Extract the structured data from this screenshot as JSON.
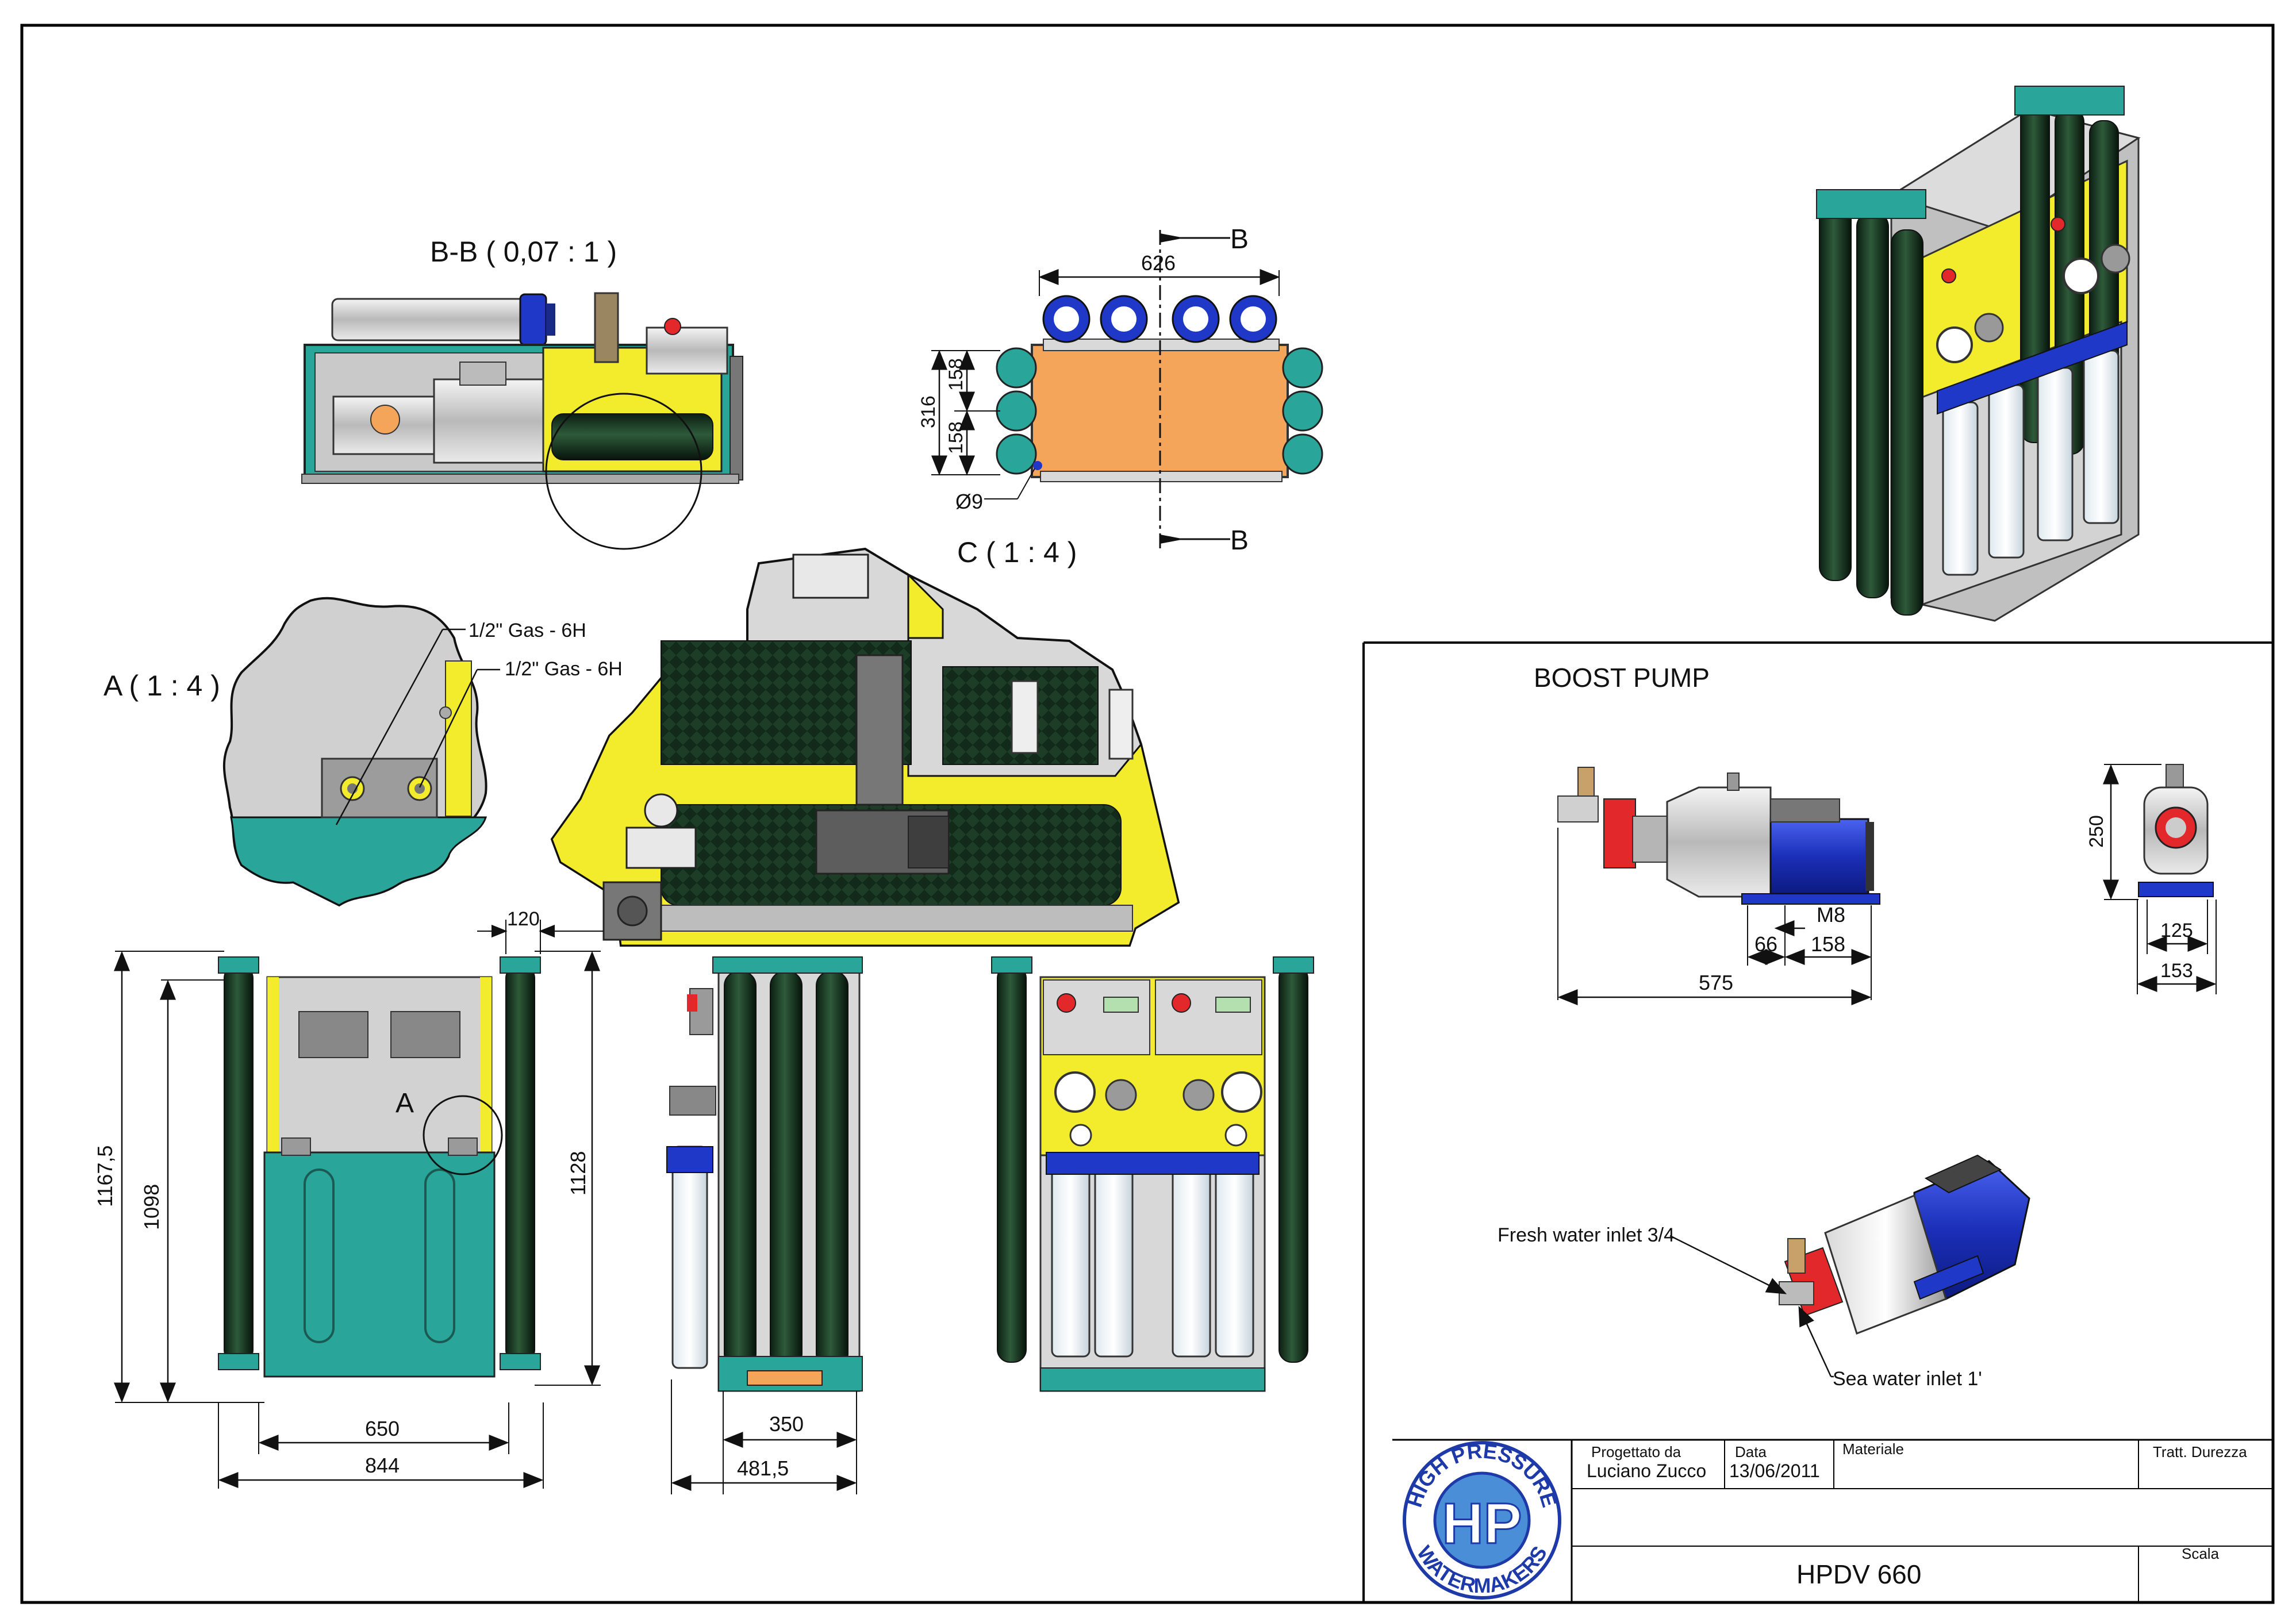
{
  "views": {
    "section_bb": "B-B  ( 0,07 : 1 )",
    "detail_c": "C  ( 1 : 4 )",
    "detail_a": "A  ( 1 : 4 )",
    "detail_a_callout": "A",
    "section_mark_top": "B",
    "section_mark_bottom": "B"
  },
  "top_view_dims": {
    "width": "626",
    "h1": "158",
    "h2": "158",
    "total": "316",
    "hole": "Ø9"
  },
  "detail_a_notes": {
    "note1": "1/2\" Gas - 6H",
    "note2": "1/2\" Gas - 6H"
  },
  "front_dims": {
    "top": "120",
    "h_total": "1167,5",
    "h_inner": "1098",
    "h_right": "1128",
    "w_inner": "650",
    "w_total": "844"
  },
  "side_dims": {
    "w_inner": "350",
    "w_total": "481,5"
  },
  "boost_pump": {
    "title": "BOOST PUMP",
    "m8": "M8",
    "d66": "66",
    "d158": "158",
    "d575": "575",
    "d250": "250",
    "d125": "125",
    "d153": "153",
    "fresh_inlet": "Fresh water inlet 3/4",
    "sea_inlet": "Sea water inlet 1'"
  },
  "logo": {
    "top": "HIGH PRESSURE",
    "bottom": "WATERMAKERS",
    "mono": "HP"
  },
  "title_block": {
    "designer_label": "Progettato da",
    "designer": "Luciano Zucco",
    "date_label": "Data",
    "date": "13/06/2011",
    "material_label": "Materiale",
    "treatment_label": "Tratt. Durezza",
    "model": "HPDV 660",
    "scale_label": "Scala"
  },
  "colors": {
    "teal": "#2aa59a",
    "yellow": "#f2ec2c",
    "orange": "#f4a55a",
    "blue": "#2038c8",
    "dark": "#10281a"
  }
}
